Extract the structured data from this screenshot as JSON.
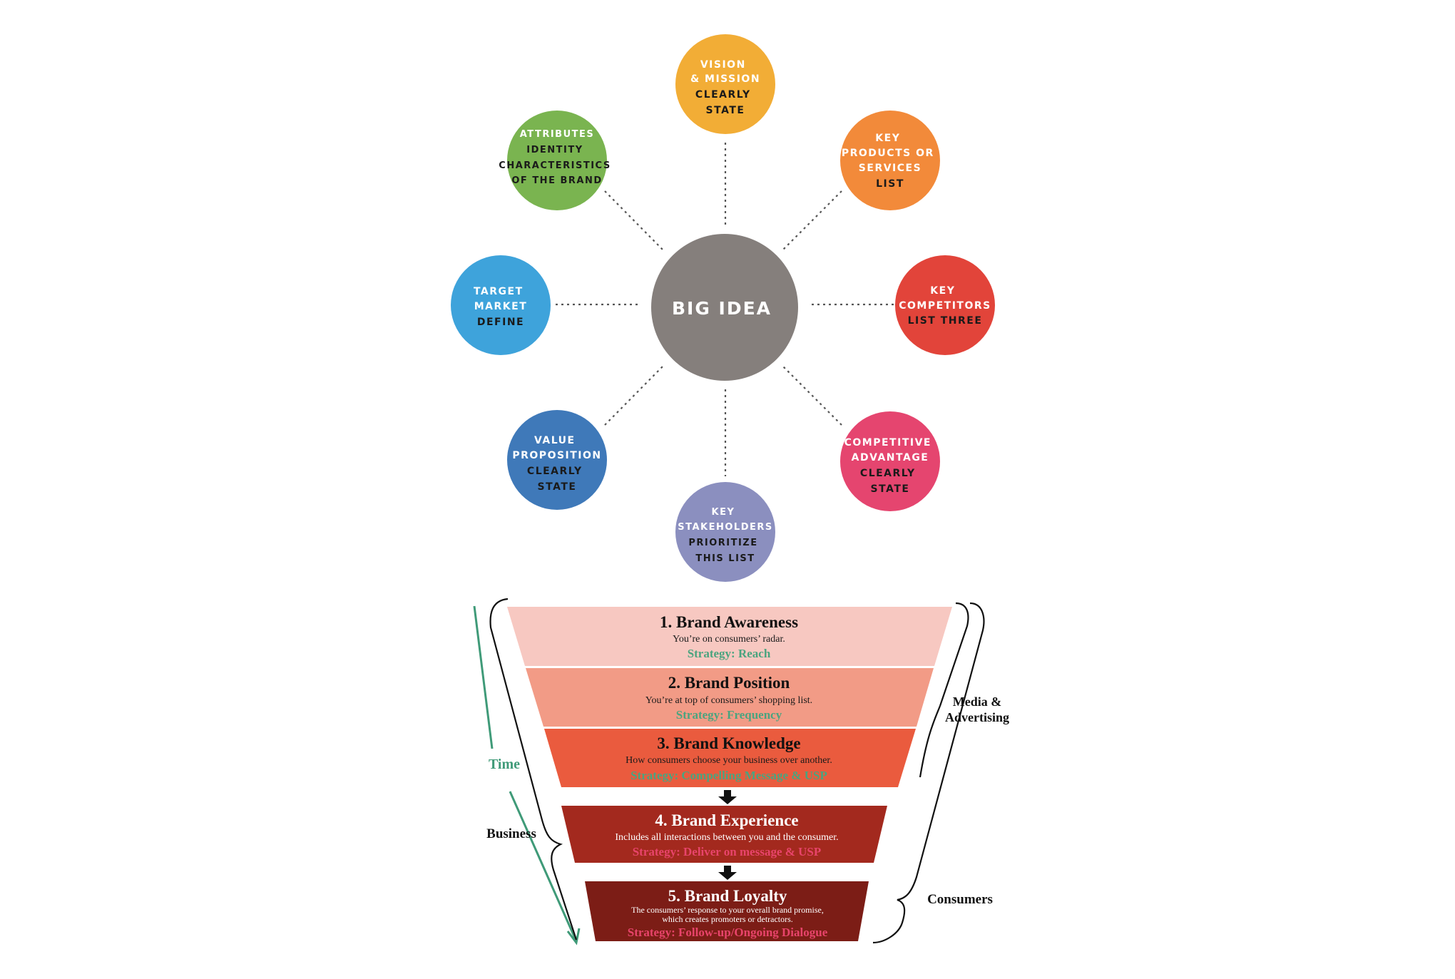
{
  "hub": {
    "label": "BIG IDEA",
    "color": "#857f7c"
  },
  "spokes": [
    {
      "id": "vision",
      "title_lines": [
        "VISION",
        "& MISSION"
      ],
      "sub_lines": [
        "CLEARLY",
        "STATE"
      ],
      "color": "#f2ad36",
      "icon": "circle-node"
    },
    {
      "id": "products",
      "title_lines": [
        "KEY",
        "PRODUCTS OR",
        "SERVICES"
      ],
      "sub_lines": [
        "LIST"
      ],
      "color": "#f28a3a",
      "icon": "circle-node"
    },
    {
      "id": "competitors",
      "title_lines": [
        "KEY",
        "COMPETITORS"
      ],
      "sub_lines": [
        "LIST THREE"
      ],
      "color": "#e2443a",
      "icon": "circle-node"
    },
    {
      "id": "advantage",
      "title_lines": [
        "COMPETITIVE",
        "ADVANTAGE"
      ],
      "sub_lines": [
        "CLEARLY",
        "STATE"
      ],
      "color": "#e5456f",
      "icon": "circle-node"
    },
    {
      "id": "stakeholders",
      "title_lines": [
        "KEY",
        "STAKEHOLDERS"
      ],
      "sub_lines": [
        "PRIORITIZE",
        "THIS LIST"
      ],
      "color": "#8b8fbf",
      "icon": "circle-node"
    },
    {
      "id": "value",
      "title_lines": [
        "VALUE",
        "PROPOSITION"
      ],
      "sub_lines": [
        "CLEARLY",
        "STATE"
      ],
      "color": "#3f79b9",
      "icon": "circle-node"
    },
    {
      "id": "target",
      "title_lines": [
        "TARGET",
        "MARKET"
      ],
      "sub_lines": [
        "DEFINE"
      ],
      "color": "#3ea3db",
      "icon": "circle-node"
    },
    {
      "id": "attributes",
      "title_lines": [
        "ATTRIBUTES"
      ],
      "sub_lines": [
        "IDENTITY",
        "CHARACTERISTICS",
        "OF THE BRAND"
      ],
      "color": "#7ab450",
      "icon": "circle-node"
    }
  ],
  "funnel": {
    "stages": [
      {
        "title": "1. Brand Awareness",
        "desc_lines": [
          "You’re on consumers’ radar."
        ],
        "strategy": "Strategy: Reach",
        "color": "#f7c8c1",
        "strategy_color": "green"
      },
      {
        "title": "2. Brand Position",
        "desc_lines": [
          "You’re at top of consumers’ shopping list."
        ],
        "strategy": "Strategy: Frequency",
        "color": "#f29b86",
        "strategy_color": "green"
      },
      {
        "title": "3. Brand Knowledge",
        "desc_lines": [
          "How consumers choose your business over another."
        ],
        "strategy": "Strategy: Compelling Message & USP",
        "color": "#ea5b3e",
        "strategy_color": "green"
      },
      {
        "title": "4. Brand Experience",
        "desc_lines": [
          "Includes all interactions between you and the consumer."
        ],
        "strategy": "Strategy: Deliver on message & USP",
        "color": "#a3291e",
        "strategy_color": "pink"
      },
      {
        "title": "5. Brand Loyalty",
        "desc_lines": [
          "The consumers’ response to your overall brand promise,",
          "which creates promoters or detractors."
        ],
        "strategy": "Strategy: Follow-up/Ongoing Dialogue",
        "color": "#7c1d16",
        "strategy_color": "pink"
      }
    ],
    "labels": {
      "time": "Time",
      "business": "Business",
      "media_line1": "Media &",
      "media_line2": "Advertising",
      "consumers": "Consumers"
    },
    "arrow_icon": "arrow-down-icon"
  }
}
